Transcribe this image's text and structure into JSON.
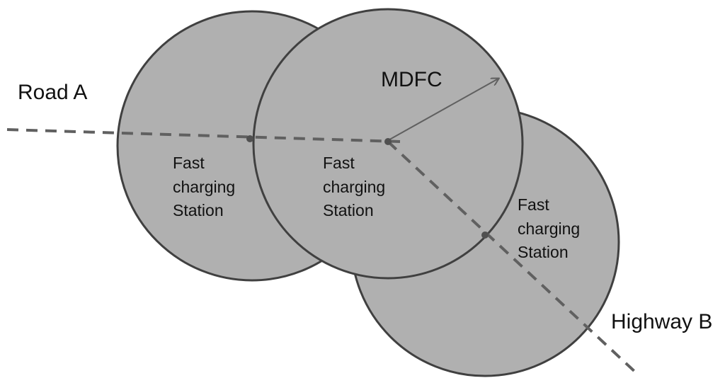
{
  "labels": {
    "road": "Road A",
    "highway": "Highway B",
    "mdfc": "MDFC"
  },
  "stations": [
    {
      "line1": "Fast",
      "line2": "charging",
      "line3": "Station"
    },
    {
      "line1": "Fast",
      "line2": "charging",
      "line3": "Station"
    },
    {
      "line1": "Fast",
      "line2": "charging",
      "line3": "Station"
    }
  ],
  "colors": {
    "circle_fill": "#b0b0b0",
    "circle_stroke": "#404040",
    "line": "#606060",
    "text": "#111111"
  }
}
